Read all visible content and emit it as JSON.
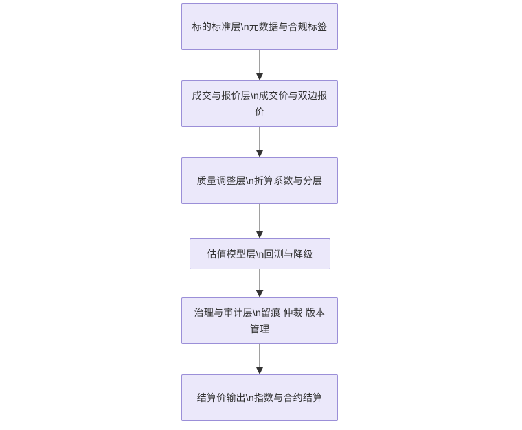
{
  "diagram": {
    "type": "flowchart",
    "orientation": "top-to-bottom",
    "background_color": "#ffffff",
    "node_fill_color": "#ebe8fa",
    "node_border_color": "#9b8fd8",
    "node_text_color": "#333333",
    "edge_color": "#888888",
    "arrowhead_color": "#333333",
    "nodes": [
      {
        "id": "n1",
        "label": "标的标准层\\n元数据与合规标签"
      },
      {
        "id": "n2",
        "label": "成交与报价层\\n成交价与双边报价"
      },
      {
        "id": "n3",
        "label": "质量调整层\\n折算系数与分层"
      },
      {
        "id": "n4",
        "label": "估值模型层\\n回测与降级"
      },
      {
        "id": "n5",
        "label": "治理与审计层\\n留痕 仲裁 版本管理"
      },
      {
        "id": "n6",
        "label": "结算价输出\\n指数与合约结算"
      }
    ],
    "edges": [
      {
        "from": "n1",
        "to": "n2",
        "label": "",
        "arrow": "filled-triangle"
      },
      {
        "from": "n2",
        "to": "n3",
        "label": "",
        "arrow": "filled-triangle"
      },
      {
        "from": "n3",
        "to": "n4",
        "label": "",
        "arrow": "filled-triangle"
      },
      {
        "from": "n4",
        "to": "n5",
        "label": "",
        "arrow": "filled-triangle"
      },
      {
        "from": "n5",
        "to": "n6",
        "label": "",
        "arrow": "filled-triangle"
      }
    ]
  }
}
